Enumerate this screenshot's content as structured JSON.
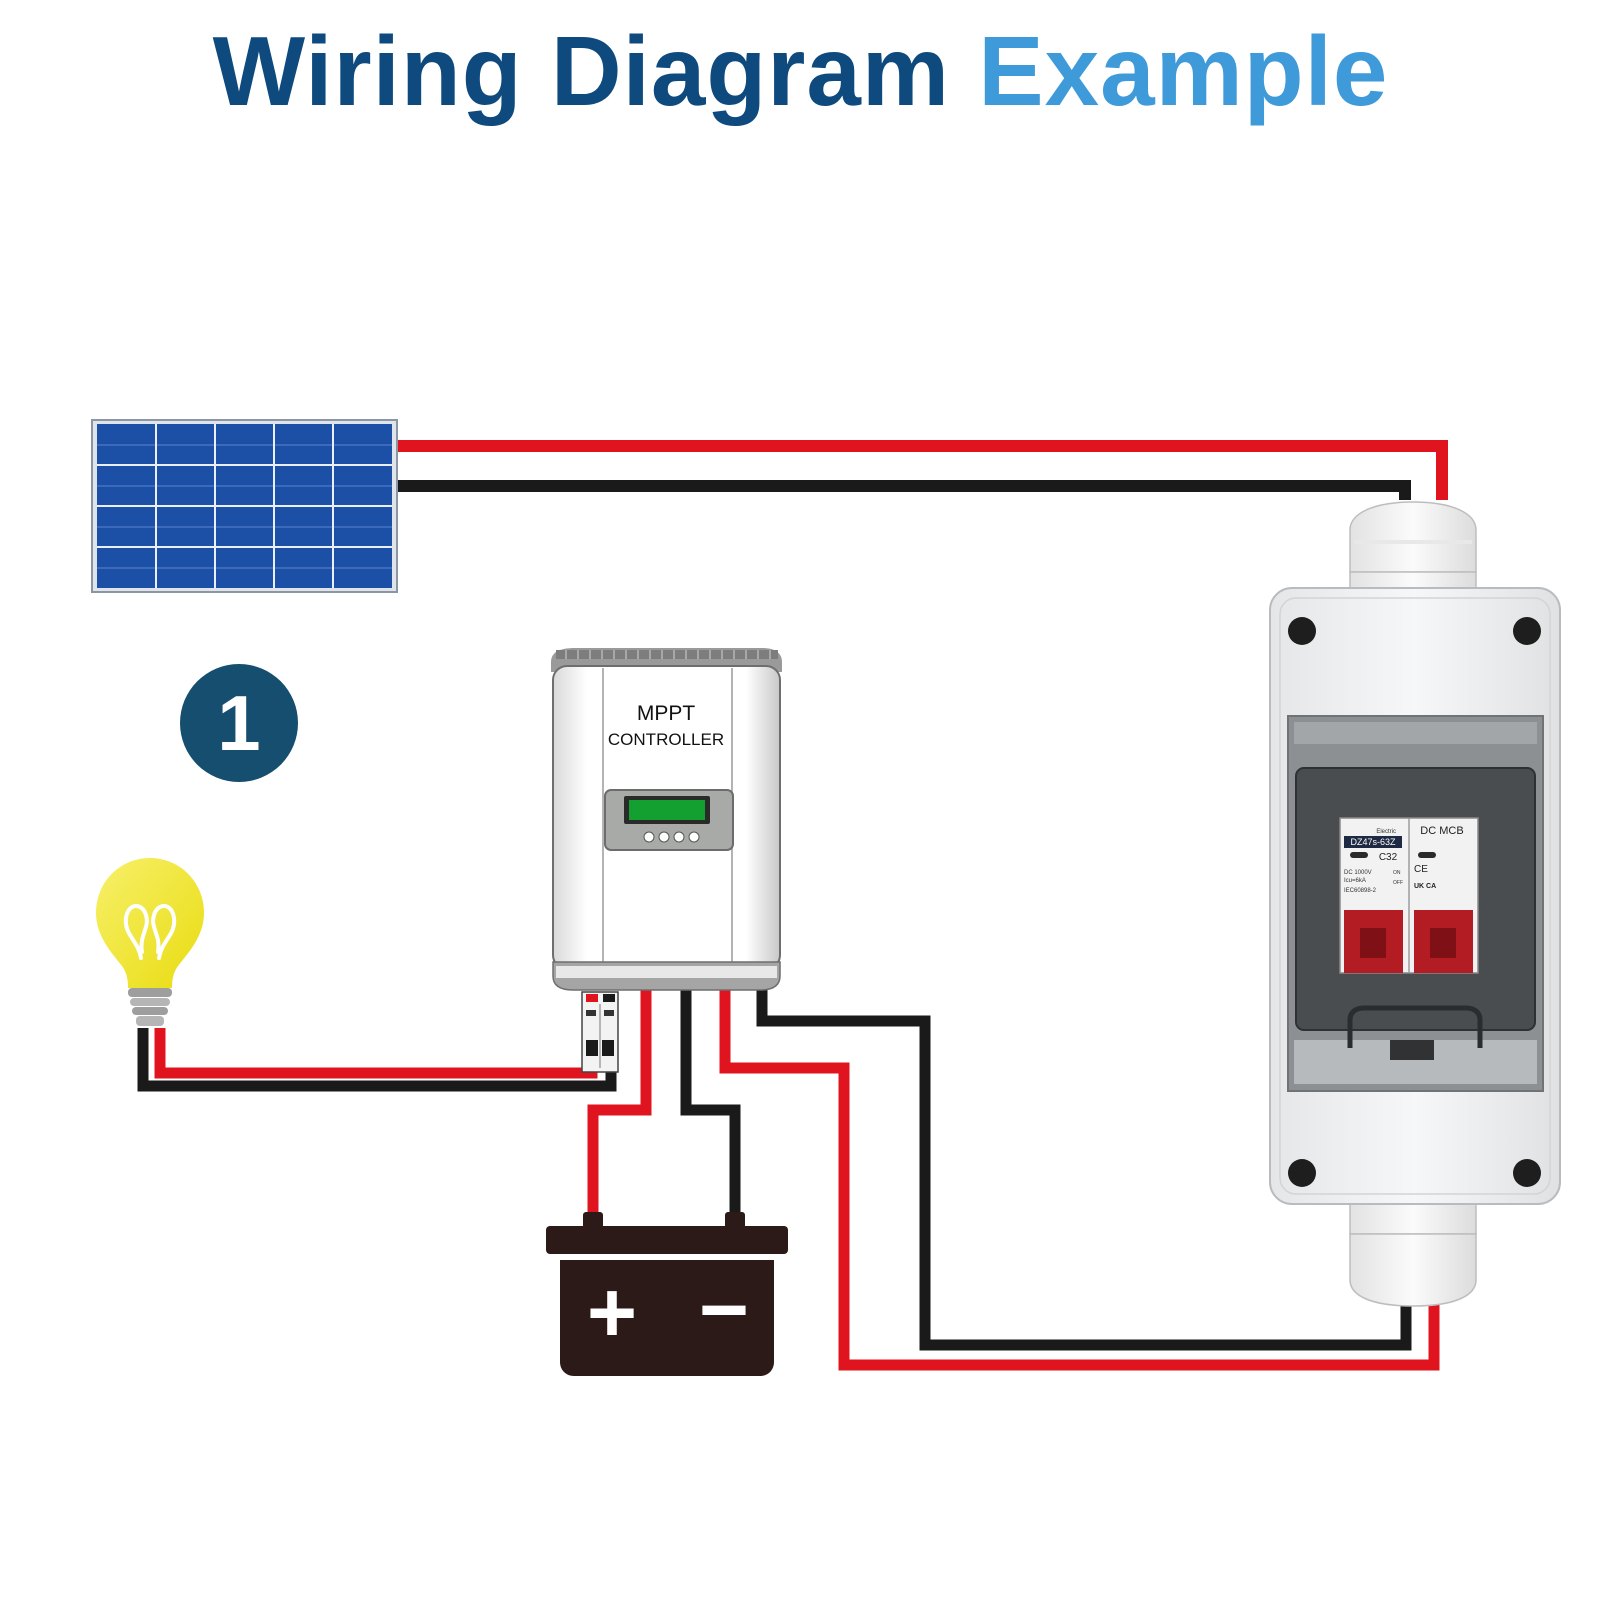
{
  "title": {
    "part1": "Wiring Diagram",
    "part2": "Example"
  },
  "step_badge": "1",
  "controller": {
    "line1": "MPPT",
    "line2": "CONTROLLER"
  },
  "breaker": {
    "header": "DC MCB",
    "brand": "Electric",
    "model": "DZ47s-63Z",
    "rating": "C32",
    "spec1": "DC 1000V",
    "spec2": "Icu=6kA",
    "standard": "IEC60898-2",
    "on_label": "ON",
    "off_label": "OFF",
    "mark1": "CE",
    "mark2": "UK CA"
  },
  "battery": {
    "positive": "+",
    "negative": "−"
  },
  "colors": {
    "title_dark": "#0e4a7e",
    "title_light": "#3e9ad9",
    "badge": "#154e6e",
    "wire_red": "#e0141e",
    "wire_black": "#1a1a1a",
    "solar_blue": "#1c4fa6",
    "bulb_yellow": "#f2e82a",
    "battery_body": "#2b1a17",
    "breaker_handle": "#b41c24",
    "lcd_green": "#14a030"
  },
  "icons": [
    "solar-panel-icon",
    "light-bulb-icon",
    "battery-icon",
    "mppt-controller-icon",
    "dc-breaker-box-icon"
  ]
}
